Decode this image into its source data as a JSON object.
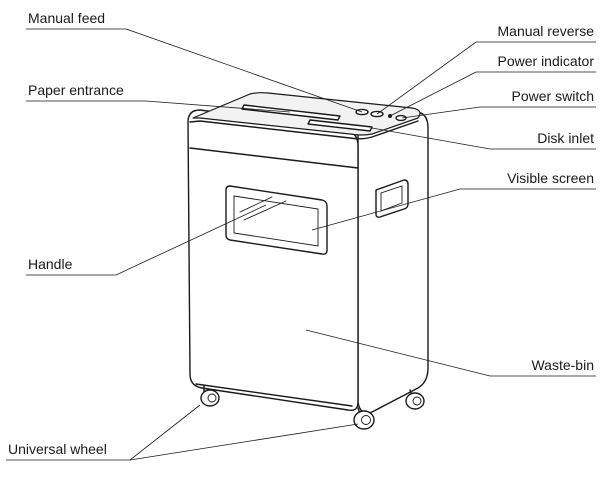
{
  "labels": {
    "manual_feed": "Manual feed",
    "manual_reverse": "Manual reverse",
    "power_indicator": "Power indicator",
    "power_switch": "Power switch",
    "paper_entrance": "Paper entrance",
    "disk_inlet": "Disk inlet",
    "visible_screen": "Visible screen",
    "handle": "Handle",
    "waste_bin": "Waste-bin",
    "universal_wheel": "Universal wheel"
  },
  "colors": {
    "line": "#1a1a1a",
    "background": "#ffffff"
  }
}
